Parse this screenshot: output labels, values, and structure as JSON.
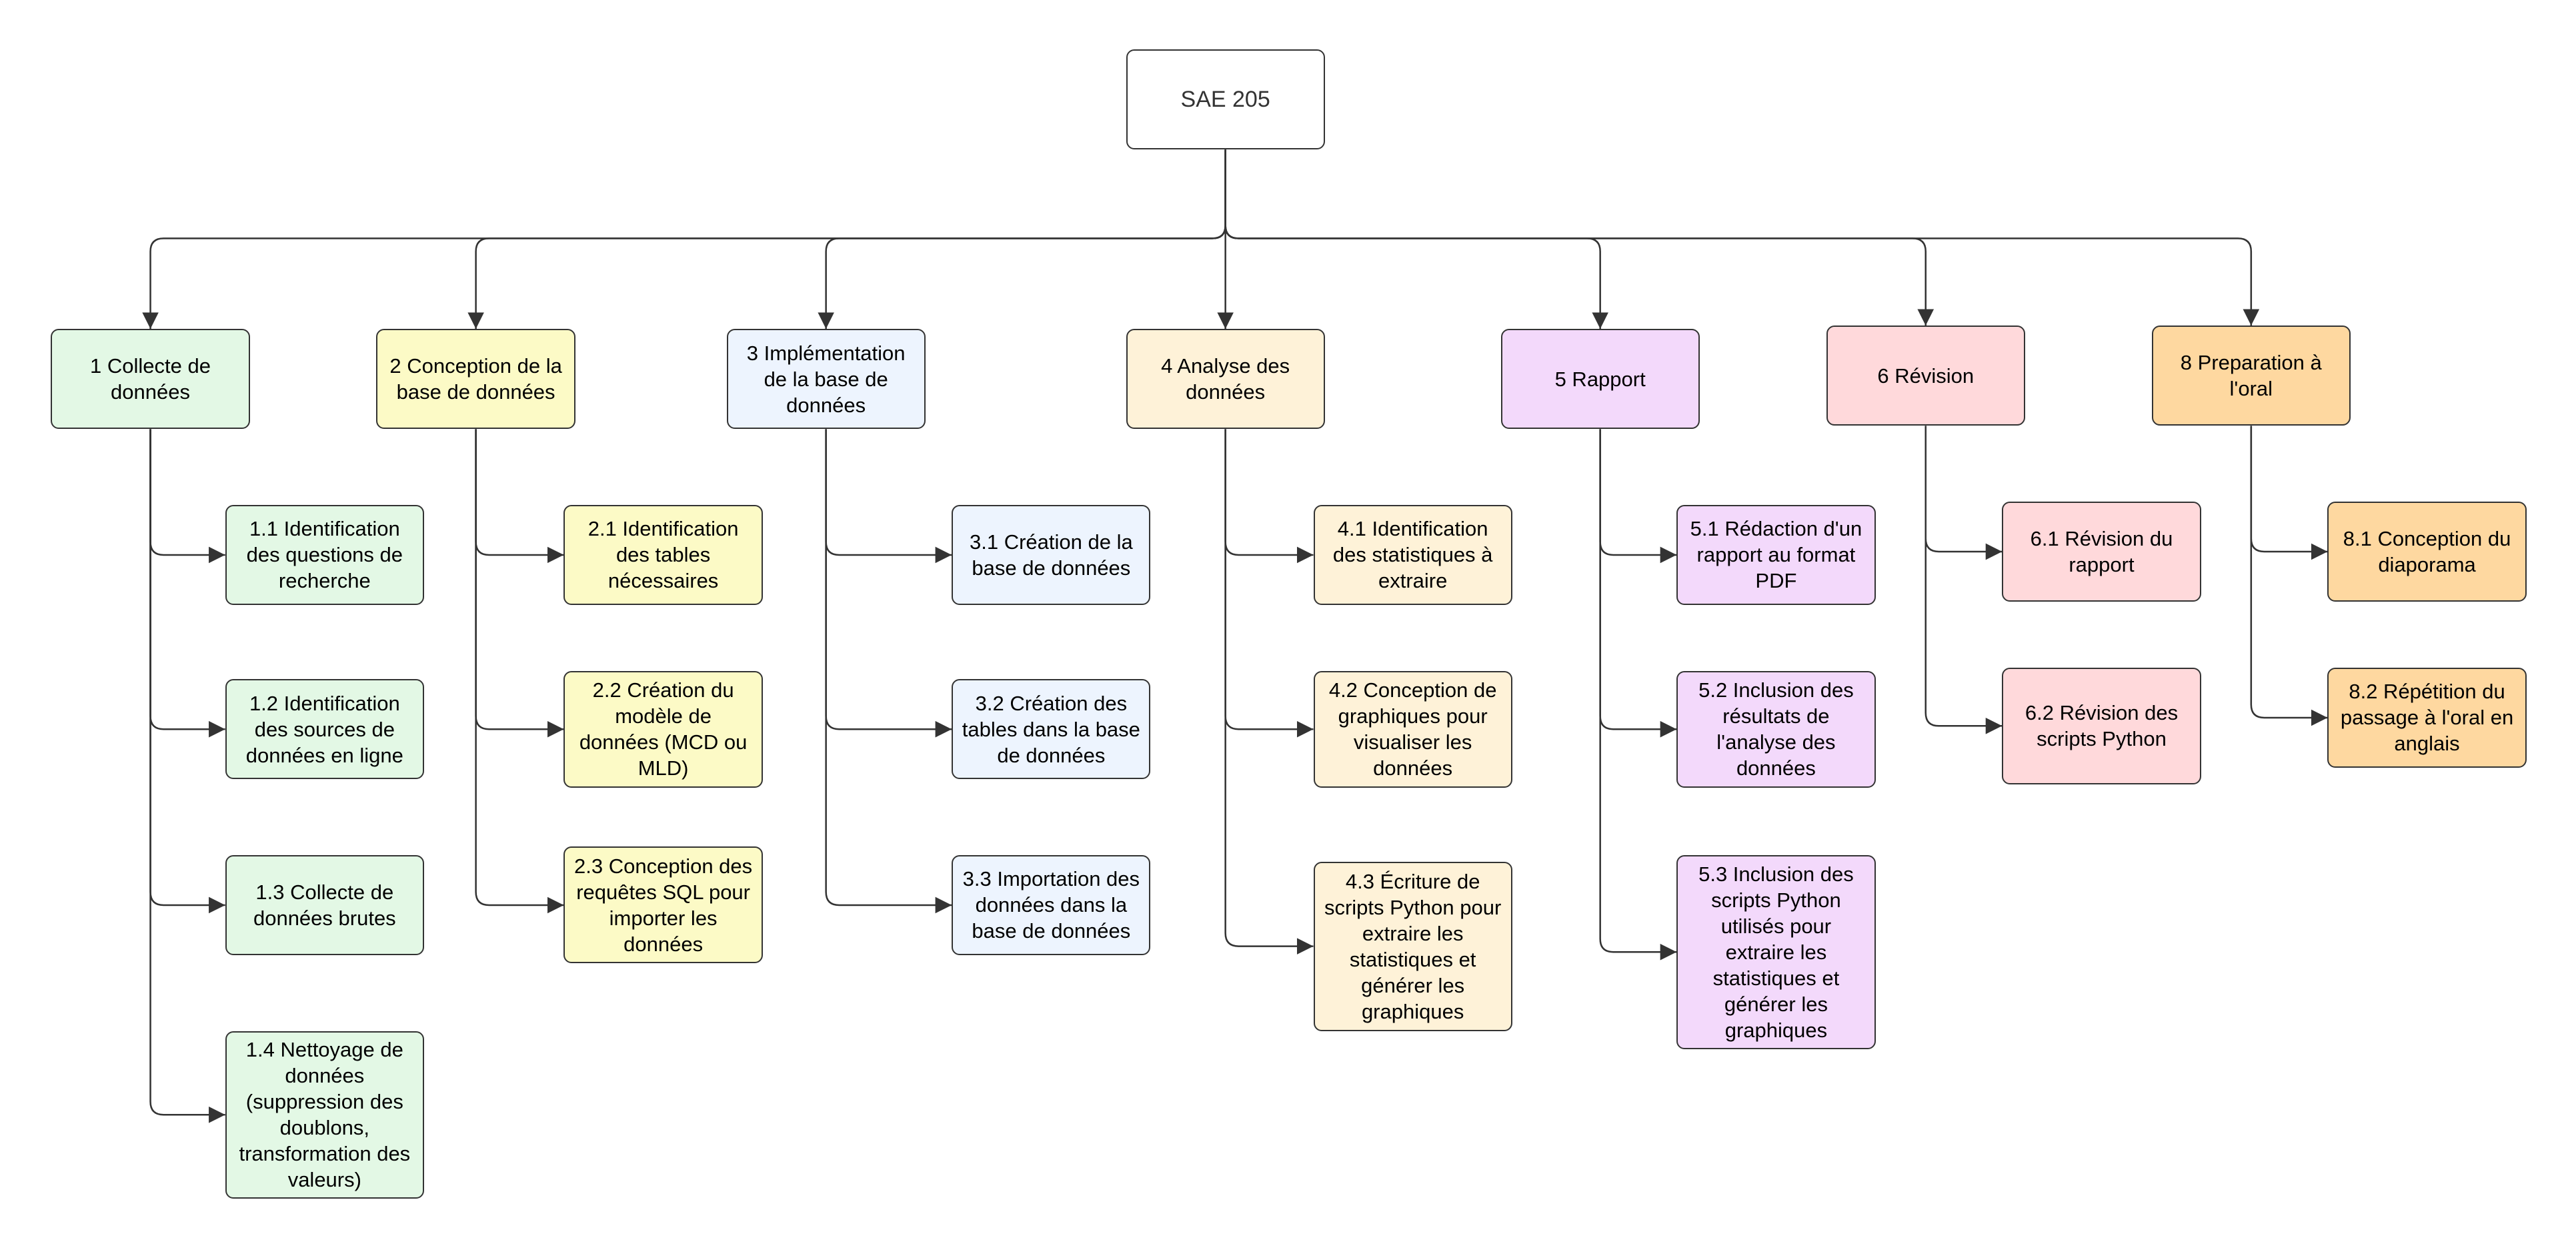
{
  "colors": {
    "root": "#ffffff",
    "line": "#333333",
    "green": "#e3f8e5",
    "yellow": "#fcfac6",
    "blue": "#edf4fe",
    "cream": "#fef2d8",
    "purple": "#f3d9fb",
    "pink": "#ffd9db",
    "orange": "#fed8a0"
  },
  "root": {
    "label": "SAE 205"
  },
  "branches": [
    {
      "label": "1 Collecte de\ndonnées",
      "color": "green",
      "children": [
        "1.1 Identification\ndes questions de\nrecherche",
        "1.2 Identification\ndes sources de\ndonnées en ligne",
        "1.3 Collecte de\ndonnées brutes",
        "1.4 Nettoyage de\ndonnées\n(suppression des\ndoublons,\ntransformation des\nvaleurs)"
      ]
    },
    {
      "label": "2 Conception de la\nbase de données",
      "color": "yellow",
      "children": [
        "2.1 Identification\ndes tables\nnécessaires",
        "2.2 Création du\nmodèle de\ndonnées (MCD ou\nMLD)",
        "2.3 Conception des\nrequêtes SQL pour\nimporter les\ndonnées"
      ]
    },
    {
      "label": "3 Implémentation\nde la base de\ndonnées",
      "color": "blue",
      "children": [
        "3.1 Création de la\nbase de données",
        "3.2 Création des\ntables dans la base\nde données",
        "3.3 Importation des\ndonnées dans la\nbase de données"
      ]
    },
    {
      "label": "4 Analyse des\ndonnées",
      "color": "cream",
      "children": [
        "4.1 Identification\ndes statistiques à\nextraire",
        "4.2 Conception de\ngraphiques pour\nvisualiser les\ndonnées",
        "4.3 Écriture de\nscripts Python pour\nextraire les\nstatistiques et\ngénérer les\ngraphiques"
      ]
    },
    {
      "label": "5 Rapport",
      "color": "purple",
      "children": [
        "5.1 Rédaction d'un\nrapport au format\nPDF",
        "5.2 Inclusion des\nrésultats de\nl'analyse des\ndonnées",
        "5.3 Inclusion des\nscripts Python\nutilisés pour\nextraire les\nstatistiques et\ngénérer les\ngraphiques"
      ]
    },
    {
      "label": "6 Révision",
      "color": "pink",
      "children": [
        "6.1 Révision du\nrapport",
        "6.2 Révision des\nscripts Python"
      ]
    },
    {
      "label": "8 Preparation à\nl'oral",
      "color": "orange",
      "children": [
        "8.1 Conception du\ndiaporama",
        "8.2 Répétition du\npassage à l'oral en\nanglais"
      ]
    }
  ]
}
